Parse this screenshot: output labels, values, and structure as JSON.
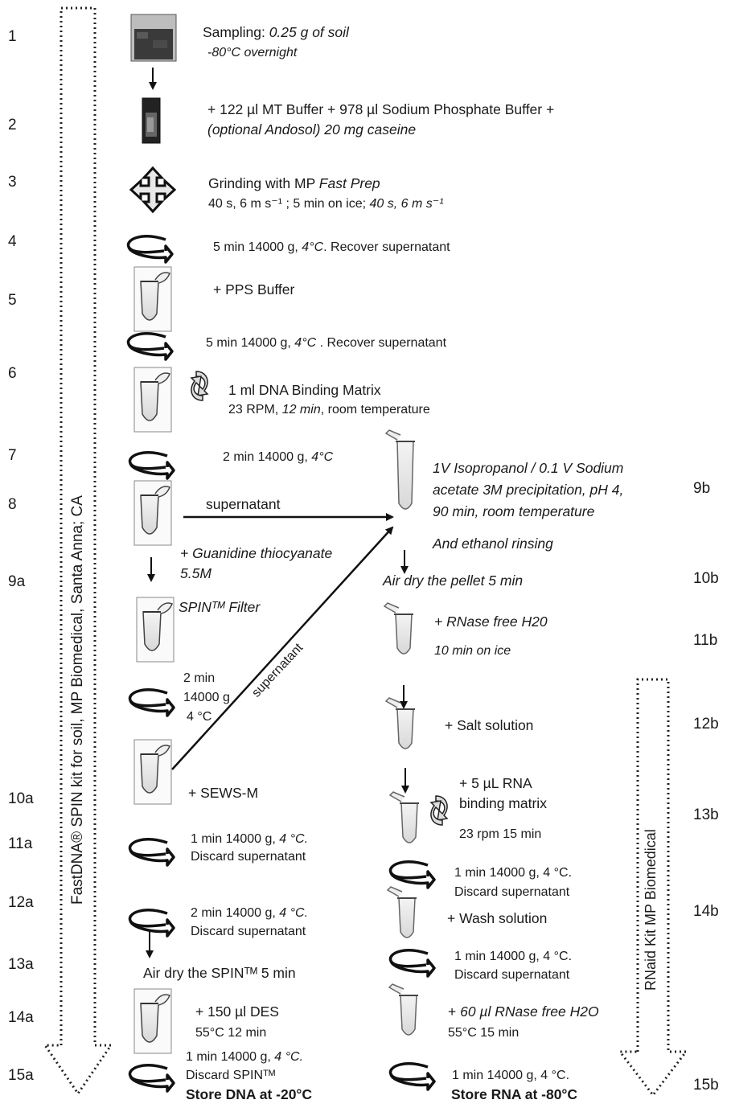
{
  "steps_left": [
    "1",
    "2",
    "3",
    "4",
    "5",
    "6",
    "7",
    "8",
    "9a",
    "10a",
    "11a",
    "12a",
    "13a",
    "14a",
    "15a"
  ],
  "steps_right": [
    "9b",
    "10b",
    "11b",
    "12b",
    "13b",
    "14b",
    "15b"
  ],
  "kit_left": "FastDNA® SPIN kit for soil, MP Biomedical, Santa Anna; CA",
  "kit_right": "RNaid Kit MP Biomedical",
  "s1": {
    "a": "Sampling: ",
    "b": "0.25 g of soil",
    "c": "-80°C overnight"
  },
  "s2": {
    "a": "+ 122 µl MT Buffer + 978 µl  Sodium Phosphate Buffer +",
    "b": "(optional Andosol) 20 mg caseine"
  },
  "s3": {
    "a": "Grinding with MP ",
    "b": "Fast Prep",
    "c": "40 s, 6 m s⁻¹ ; 5 min on ice; ",
    "d": "40 s, 6 m s⁻¹"
  },
  "s4": {
    "a": "5 min 14000 g, ",
    "b": "4°C",
    "c": ". Recover supernatant"
  },
  "s5": "+ PPS Buffer",
  "s5b": {
    "a": "5 min 14000 g, ",
    "b": "4°C",
    "c": " . Recover supernatant"
  },
  "s6": {
    "a": "1 ml DNA Binding Matrix",
    "b": "23 RPM, ",
    "c": "12 min",
    "d": ", room temperature"
  },
  "s7": {
    "a": "2 min 14000 g, ",
    "b": "4°C"
  },
  "s8": "supernatant",
  "s9a": {
    "a": "+ Guanidine thiocyanate",
    "b": "5.5M"
  },
  "spin_filter": "SPINᵀᴹ Filter",
  "c2": {
    "a": "2 min",
    "b": "14000 g",
    "c": "4 °C"
  },
  "diag_sup": "supernatant",
  "s10a": "+  SEWS-M",
  "s11a": {
    "a": "1 min 14000 g, ",
    "b": "4 °C.",
    "c": "Discard supernatant"
  },
  "s12a": {
    "a": "2 min 14000 g, ",
    "b": "4 °C.",
    "c": "Discard supernatant"
  },
  "s13a": "Air dry the SPINᵀᴹ 5 min",
  "s14a": {
    "a": "+  150 µl DES",
    "b": "55°C 12 min"
  },
  "s15a": {
    "a": "1 min 14000 g, ",
    "b": "4 °C.",
    "c": "Discard SPINᵀᴹ",
    "d": "Store DNA at -20°C"
  },
  "s9b": {
    "a": "1V Isopropanol / 0.1 V Sodium",
    "b": "acetate 3M precipitation, pH 4,",
    "c": "90 min, room temperature",
    "d": "And ethanol rinsing"
  },
  "s10b": "Air dry the pellet 5 min",
  "s11b": {
    "a": "+ RNase free H20",
    "b": "10 min on ice"
  },
  "s12b": "+ Salt solution",
  "s13b": {
    "a": "+ 5 µL RNA",
    "b": "binding matrix",
    "c": "23 rpm 15 min"
  },
  "s13c": {
    "a": "1 min 14000 g, 4 °C.",
    "b": "Discard supernatant"
  },
  "s14b": "+ Wash solution",
  "s14c": {
    "a": "1 min 14000 g, 4 °C.",
    "b": "Discard supernatant"
  },
  "s15pre": {
    "a": "+ ",
    "b": "60 µl RNase free H2O",
    "c": "55°C 15 min"
  },
  "s15b": {
    "a": "1 min 14000 g, 4 °C.",
    "b": "Store RNA at -80°C"
  }
}
